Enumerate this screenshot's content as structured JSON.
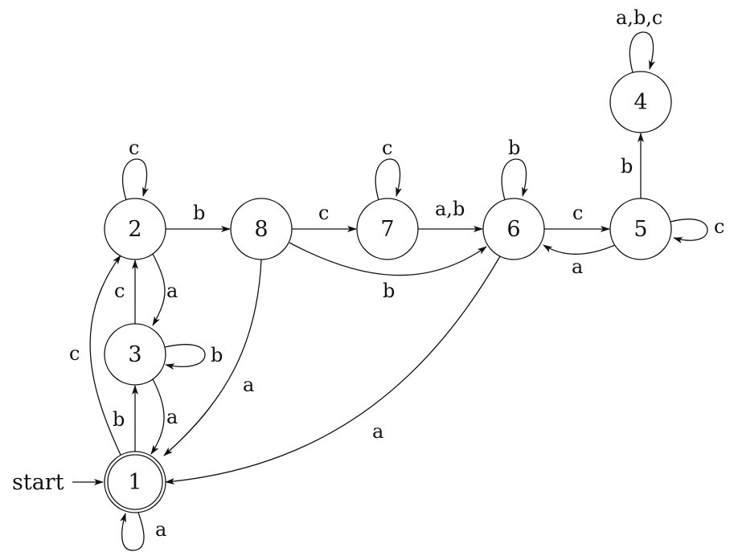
{
  "diagram": {
    "type": "finite-automaton",
    "start_label": "start",
    "start_state": "1",
    "accepting_states": [
      "1"
    ],
    "states": [
      {
        "id": "1",
        "label": "1",
        "accepting": true
      },
      {
        "id": "2",
        "label": "2",
        "accepting": false
      },
      {
        "id": "3",
        "label": "3",
        "accepting": false
      },
      {
        "id": "4",
        "label": "4",
        "accepting": false
      },
      {
        "id": "5",
        "label": "5",
        "accepting": false
      },
      {
        "id": "6",
        "label": "6",
        "accepting": false
      },
      {
        "id": "7",
        "label": "7",
        "accepting": false
      },
      {
        "id": "8",
        "label": "8",
        "accepting": false
      }
    ],
    "transitions": [
      {
        "from": "1",
        "to": "1",
        "label": "a"
      },
      {
        "from": "1",
        "to": "3",
        "label": "b"
      },
      {
        "from": "1",
        "to": "2",
        "label": "c"
      },
      {
        "from": "3",
        "to": "1",
        "label": "a"
      },
      {
        "from": "3",
        "to": "3",
        "label": "b"
      },
      {
        "from": "3",
        "to": "2",
        "label": "c"
      },
      {
        "from": "2",
        "to": "3",
        "label": "a"
      },
      {
        "from": "2",
        "to": "8",
        "label": "b"
      },
      {
        "from": "2",
        "to": "2",
        "label": "c"
      },
      {
        "from": "8",
        "to": "1",
        "label": "a"
      },
      {
        "from": "8",
        "to": "6",
        "label": "b"
      },
      {
        "from": "8",
        "to": "7",
        "label": "c"
      },
      {
        "from": "7",
        "to": "6",
        "label": "a,b"
      },
      {
        "from": "7",
        "to": "7",
        "label": "c"
      },
      {
        "from": "6",
        "to": "1",
        "label": "a"
      },
      {
        "from": "6",
        "to": "6",
        "label": "b"
      },
      {
        "from": "6",
        "to": "5",
        "label": "c"
      },
      {
        "from": "5",
        "to": "6",
        "label": "a"
      },
      {
        "from": "5",
        "to": "4",
        "label": "b"
      },
      {
        "from": "5",
        "to": "5",
        "label": "c"
      },
      {
        "from": "4",
        "to": "4",
        "label": "a,b,c"
      }
    ]
  }
}
